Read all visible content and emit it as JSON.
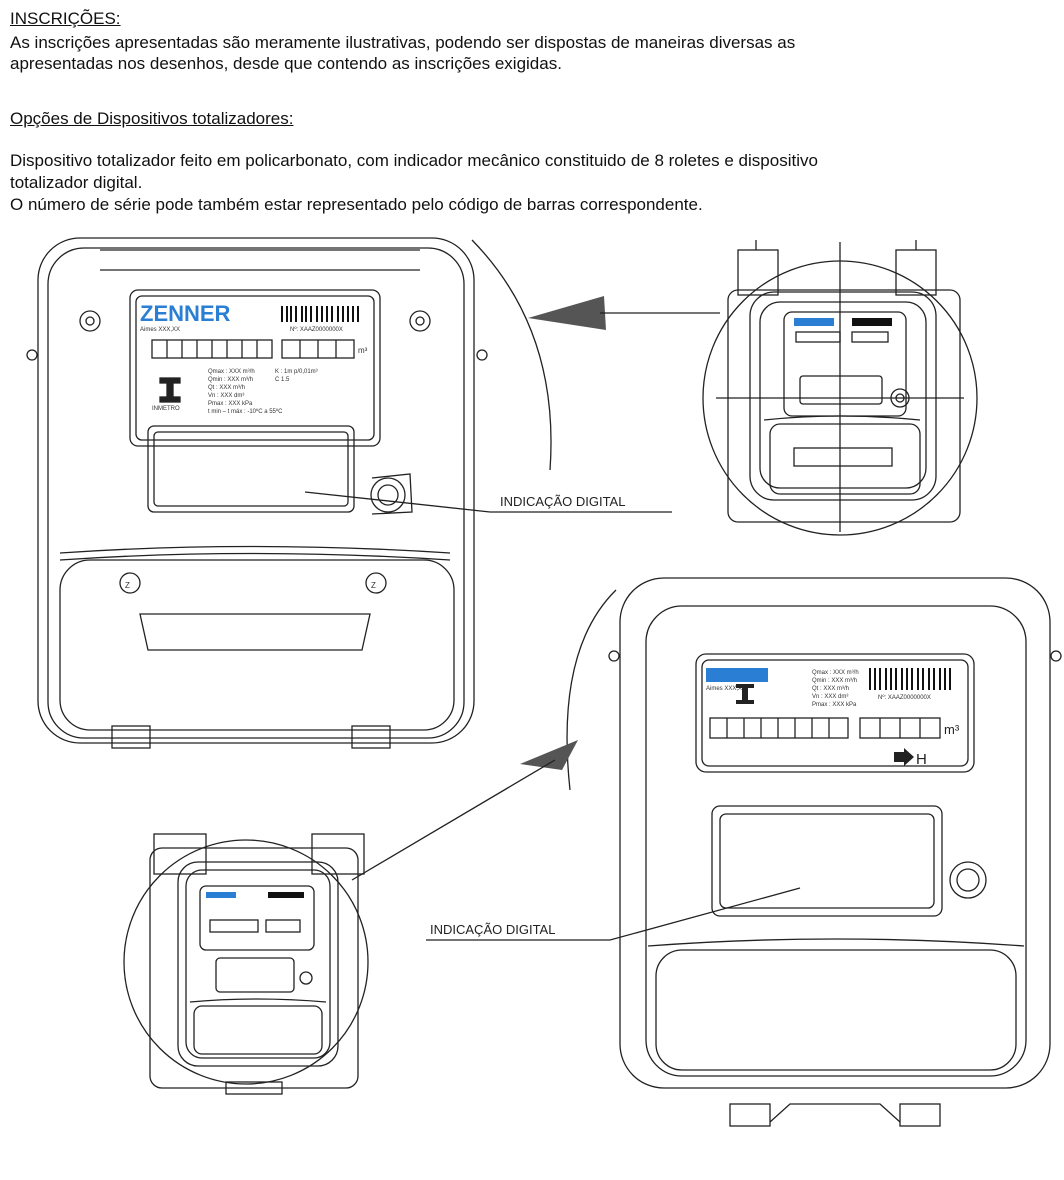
{
  "heading": "INSCRIÇÕES:",
  "intro": [
    "As inscrições apresentadas são meramente ilustrativas, podendo ser dispostas de maneiras diversas as",
    "apresentadas nos desenhos, desde que contendo as inscrições exigidas."
  ],
  "subheading": "Opções de Dispositivos totalizadores:",
  "description": [
    "Dispositivo totalizador feito em policarbonato, com indicador mecânico constituido de 8 roletes e dispositivo",
    "totalizador digital.",
    "O número de série pode também estar representado pelo código de barras correspondente."
  ],
  "drawing": {
    "brand": "ZENNER",
    "callout_label": "INDICAÇÃO DIGITAL",
    "unit": "m³",
    "model_text": "Aimes XXX,XX",
    "serial_text": "Nº: XAAZ0000000X",
    "specs": [
      "Qmax : XXX m³/h",
      "Qmin : XXX m³/h",
      "Qt    : XXX m³/h",
      "Vn    : XXX dm³",
      "Pmax : XXX kPa",
      "t min – t máx : -10ºC a 55ºC"
    ],
    "k_text": "K : 1m p/0,01m³",
    "class_text": "C 1.5",
    "inmetro": "INMETRO",
    "coin_symbol": "Z",
    "flow_letter": "H"
  }
}
